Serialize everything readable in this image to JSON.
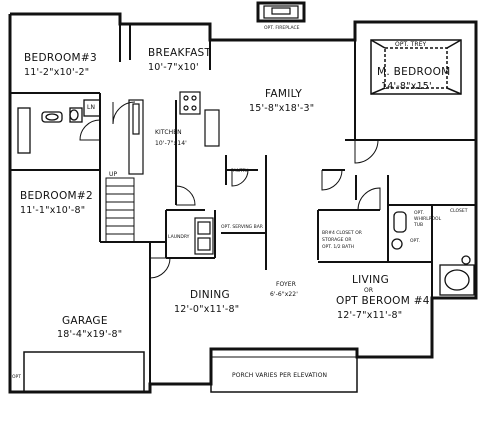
{
  "rooms": {
    "bedroom3": {
      "name": "BEDROOM#3",
      "dims": "11'-2\"x10'-2\""
    },
    "breakfast": {
      "name": "BREAKFAST",
      "dims": "10'-7\"x10'"
    },
    "family": {
      "name": "FAMILY",
      "dims": "15'-8\"x18'-3\""
    },
    "master": {
      "name": "M. BEDROOM",
      "dims": "14'-8\"x15'"
    },
    "kitchen": {
      "name": "KITCHEN",
      "dims": "10'-7\"x14'"
    },
    "bedroom2": {
      "name": "BEDROOM#2",
      "dims": "11'-1\"x10'-8\""
    },
    "garage": {
      "name": "GARAGE",
      "dims": "18'-4\"x19'-8\""
    },
    "dining": {
      "name": "DINING",
      "dims": "12'-0\"x11'-8\""
    },
    "foyer": {
      "name": "FOYER",
      "dims": "6'-6\"x22'"
    },
    "living": {
      "name": "LIVING",
      "or": "OR",
      "alt": "OPT BEROOM #4",
      "dims": "12'-7\"x11'-8\""
    }
  },
  "notes": {
    "fireplace": "OPT. FIREPLACE",
    "opt_trey": "OPT. TREY",
    "ln": "LN",
    "up": "UP",
    "pantry": "PANTRY",
    "laundry": "LAUNDRY",
    "serving_bar": "OPT. SERVING BAR",
    "storage_1": "BR#4 CLOSET OR",
    "storage_2": "STORAGE OR",
    "storage_3": "OPT. 1/2 BATH",
    "closet": "CLOSET",
    "opt_w": "OPT.",
    "opt_garage": "OPT",
    "whirlpool_1": "OPT.",
    "whirlpool_2": "WHIRLPOOL",
    "whirlpool_3": "TUB",
    "porch": "PORCH VARIES PER ELEVATION"
  }
}
